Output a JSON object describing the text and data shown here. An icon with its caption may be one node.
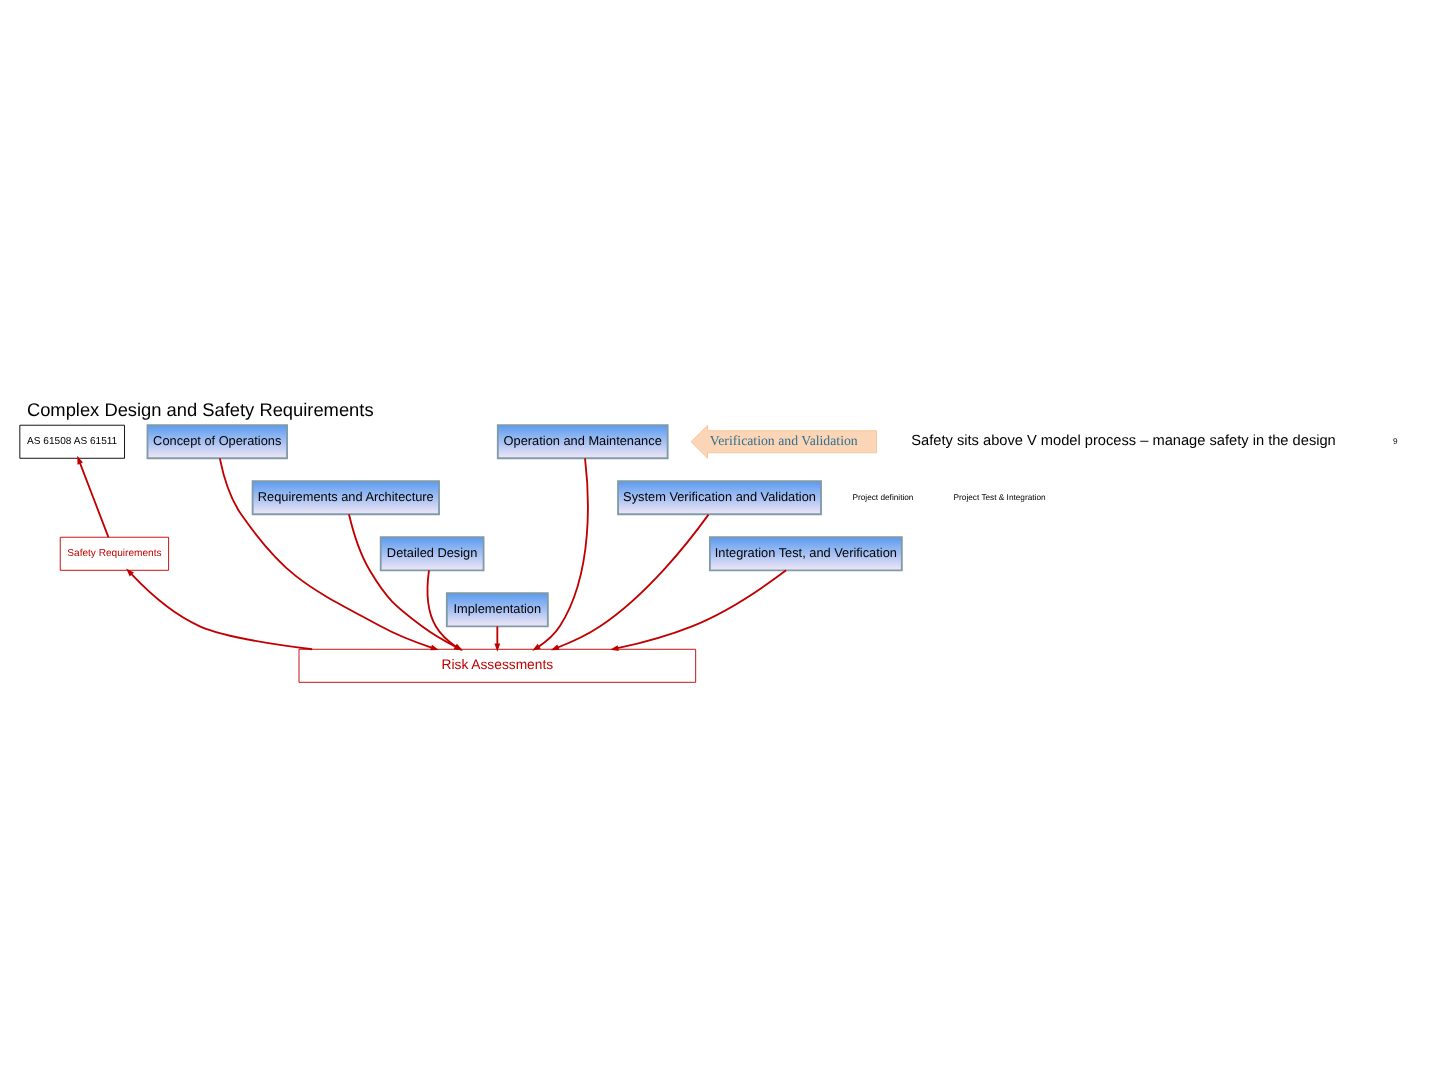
{
  "diagram": {
    "title": "Complex Design and Safety Requirements",
    "nodes": [
      {
        "text": [
          "AS 61508 AS 61511"
        ]
      },
      {
        "text": [
          "Safety Requirements"
        ]
      },
      {
        "text": [
          "Concept of Operations"
        ]
      },
      {
        "text": [
          "Requirements and Architecture"
        ]
      },
      {
        "text": [
          "Detailed Design"
        ]
      },
      {
        "text": [
          "Implementation"
        ]
      },
      {
        "text": [
          "Verification and Validation"
        ]
      },
      {
        "text": [
          "Operation and Maintenance"
        ]
      },
      {
        "text": [
          "System Verification and Validation"
        ]
      },
      {
        "text": [
          "Integration Test, and Verification"
        ]
      },
      {
        "text": [
          "Risk Assessments"
        ]
      }
    ],
    "edges": [
      {
        "from": 10,
        "to": 1,
        "arrow": "to"
      },
      {
        "from": 1,
        "to": 0,
        "arrow": "to"
      },
      {
        "from": 2,
        "to": 10,
        "arrow": "to"
      },
      {
        "from": 3,
        "to": 10,
        "arrow": "to"
      },
      {
        "from": 4,
        "to": 10,
        "arrow": "to"
      },
      {
        "from": 5,
        "to": 10,
        "arrow": "to"
      },
      {
        "from": 9,
        "to": 10,
        "arrow": "to"
      },
      {
        "from": 8,
        "to": 10,
        "arrow": "to"
      },
      {
        "from": 7,
        "to": 10,
        "arrow": "to"
      }
    ],
    "labels": [
      "Safety sits above V model process – manage safety in the design",
      "Project definition",
      "Project Test & Integration",
      "9"
    ]
  }
}
